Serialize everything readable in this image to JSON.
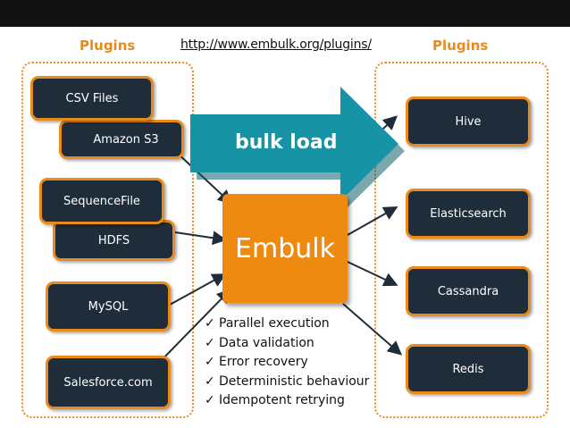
{
  "header": {
    "plugins_left": "Plugins",
    "plugins_right": "Plugins",
    "url": "http://www.embulk.org/plugins/"
  },
  "inputs": [
    {
      "id": "csv-files",
      "label": "CSV Files"
    },
    {
      "id": "amazon-s3",
      "label": "Amazon S3"
    },
    {
      "id": "sequencefile",
      "label": "SequenceFile"
    },
    {
      "id": "hdfs",
      "label": "HDFS"
    },
    {
      "id": "mysql",
      "label": "MySQL"
    },
    {
      "id": "salesforce",
      "label": "Salesforce.com"
    }
  ],
  "outputs": [
    {
      "id": "hive",
      "label": "Hive"
    },
    {
      "id": "elasticsearch",
      "label": "Elasticsearch"
    },
    {
      "id": "cassandra",
      "label": "Cassandra"
    },
    {
      "id": "redis",
      "label": "Redis"
    }
  ],
  "center": {
    "label": "Embulk",
    "arrow_label": "bulk load"
  },
  "features": [
    "Parallel execution",
    "Data validation",
    "Error recovery",
    "Deterministic behaviour",
    "Idempotent retrying"
  ],
  "check_glyph": "✓",
  "colors": {
    "accent": "#e98a1c",
    "node_fill": "#1f2d3a",
    "embulk_fill": "#ee8a10",
    "arrow_fill": "#1693a5"
  }
}
